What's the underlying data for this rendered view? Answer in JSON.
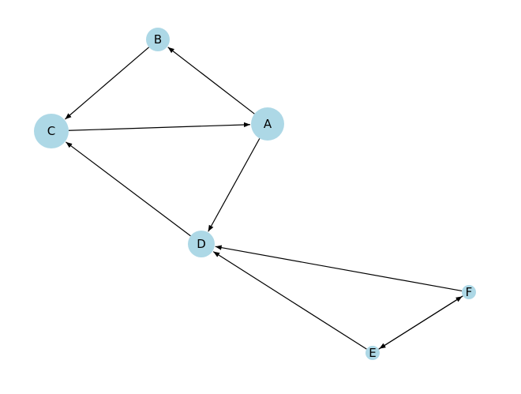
{
  "graph": {
    "directed": true,
    "node_color": "#add8e6",
    "edge_color": "#000000",
    "nodes": [
      {
        "id": "A",
        "label": "A"
      },
      {
        "id": "B",
        "label": "B"
      },
      {
        "id": "C",
        "label": "C"
      },
      {
        "id": "D",
        "label": "D"
      },
      {
        "id": "E",
        "label": "E"
      },
      {
        "id": "F",
        "label": "F"
      }
    ],
    "edges": [
      {
        "source": "A",
        "target": "B"
      },
      {
        "source": "B",
        "target": "C"
      },
      {
        "source": "C",
        "target": "A"
      },
      {
        "source": "A",
        "target": "D"
      },
      {
        "source": "D",
        "target": "C"
      },
      {
        "source": "F",
        "target": "D"
      },
      {
        "source": "E",
        "target": "D"
      },
      {
        "source": "E",
        "target": "F"
      },
      {
        "source": "F",
        "target": "E"
      }
    ]
  }
}
